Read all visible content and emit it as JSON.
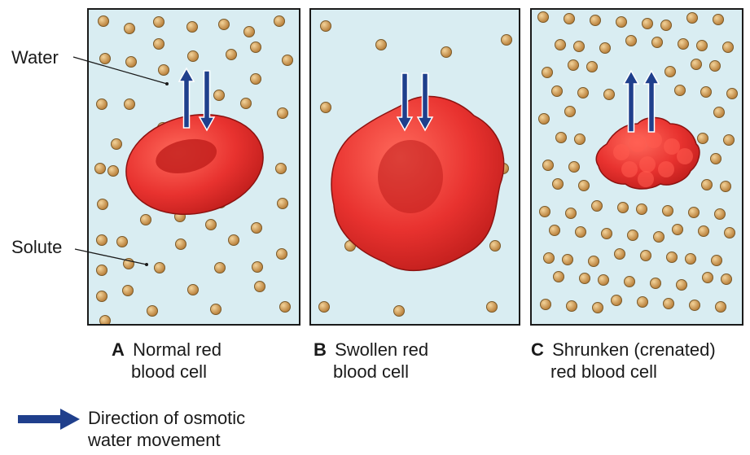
{
  "labels": {
    "water": "Water",
    "solute": "Solute"
  },
  "panels": [
    {
      "letter": "A",
      "line1": "Normal red",
      "line2": "blood cell"
    },
    {
      "letter": "B",
      "line1": "Swollen red",
      "line2": "blood cell"
    },
    {
      "letter": "C",
      "line1": "Shrunken (crenated)",
      "line2": "red blood cell"
    }
  ],
  "legend": {
    "line1": "Direction of osmotic",
    "line2": "water movement"
  },
  "colors": {
    "fluid": "#d9edf2",
    "cell": "#e8322f",
    "cell_dark": "#c01e1c",
    "solute": "#d7a35a",
    "arrow": "#1f3f8c"
  }
}
